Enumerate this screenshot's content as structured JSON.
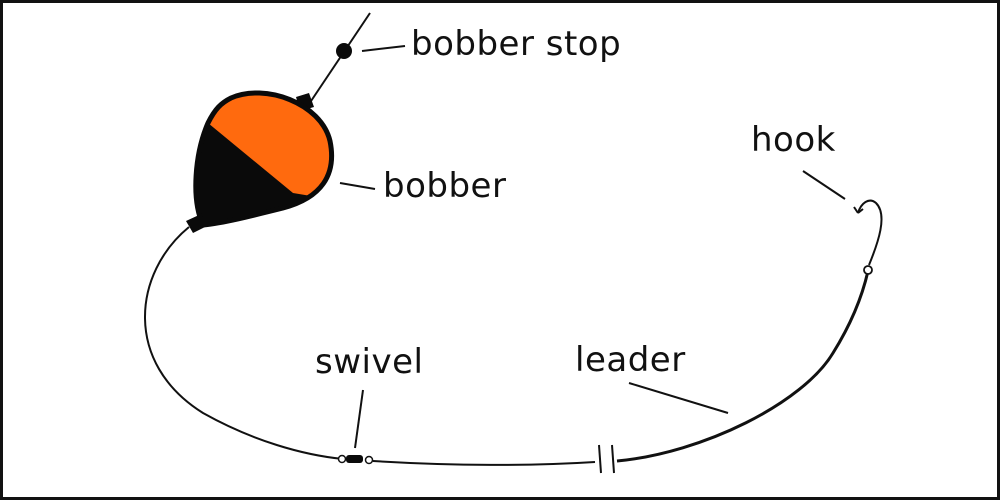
{
  "labels": {
    "bobber_stop": "bobber stop",
    "bobber": "bobber",
    "hook": "hook",
    "swivel": "swivel",
    "leader": "leader"
  },
  "colors": {
    "bobber_top": "#ff6a0e",
    "bobber_bottom": "#0a0a0a",
    "line": "#111111",
    "background": "#ffffff"
  }
}
